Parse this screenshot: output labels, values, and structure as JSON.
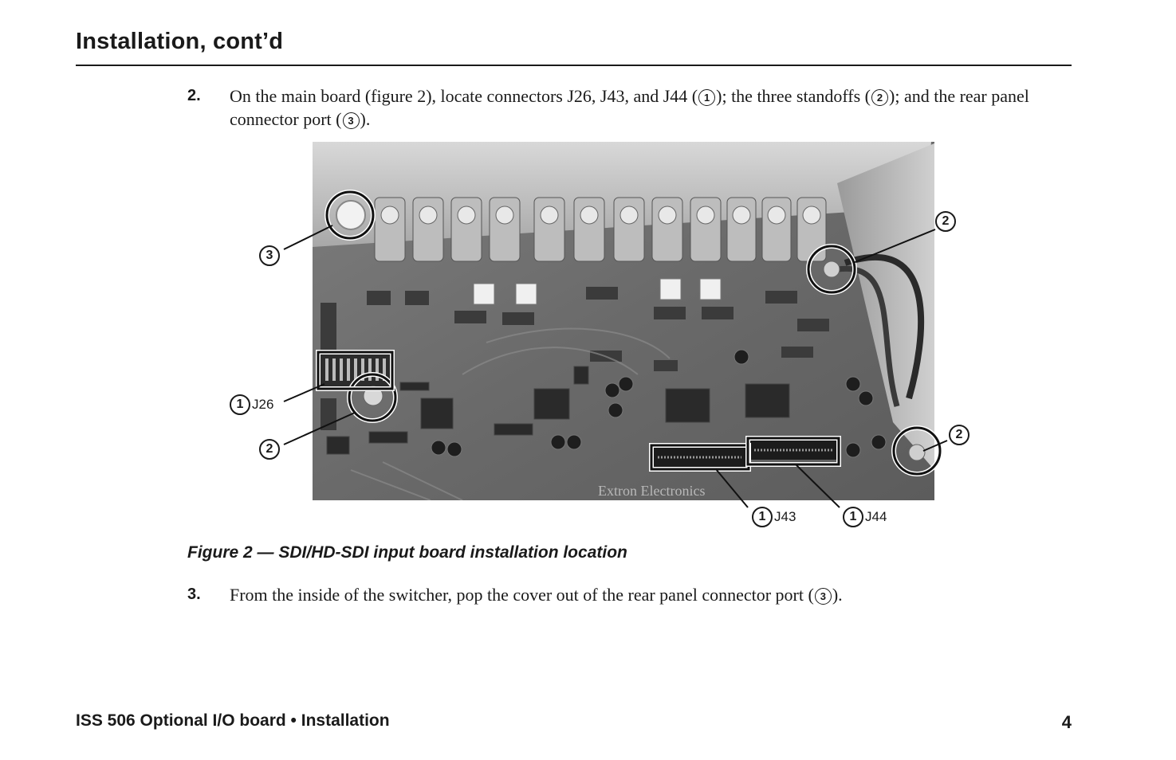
{
  "header": {
    "title": "Installation, cont’d"
  },
  "steps": [
    {
      "number": "2",
      "text_a": "On the main board (figure 2), locate connectors J26, J43, and J44 (",
      "marker_a": "1",
      "text_b": "); the three standoffs (",
      "marker_b": "2",
      "text_c": "); and the rear panel connector port (",
      "marker_c": "3",
      "text_d": ")."
    },
    {
      "number": "3",
      "text_a": "From the inside of the switcher, pop the cover out of the rear panel connector port (",
      "marker_a": "3",
      "text_b": ")."
    }
  ],
  "figure": {
    "caption": "Figure 2 — SDI/HD-SDI input board installation location",
    "board_print": "Extron Electronics",
    "callouts": [
      {
        "number": "3",
        "label": ""
      },
      {
        "number": "2",
        "label": ""
      },
      {
        "number": "1",
        "label": "J26"
      },
      {
        "number": "2",
        "label": ""
      },
      {
        "number": "2",
        "label": ""
      },
      {
        "number": "1",
        "label": "J43"
      },
      {
        "number": "1",
        "label": "J44"
      }
    ]
  },
  "footer": {
    "doc_title": "ISS 506 Optional I/O board • Installation",
    "page_number": "4"
  }
}
